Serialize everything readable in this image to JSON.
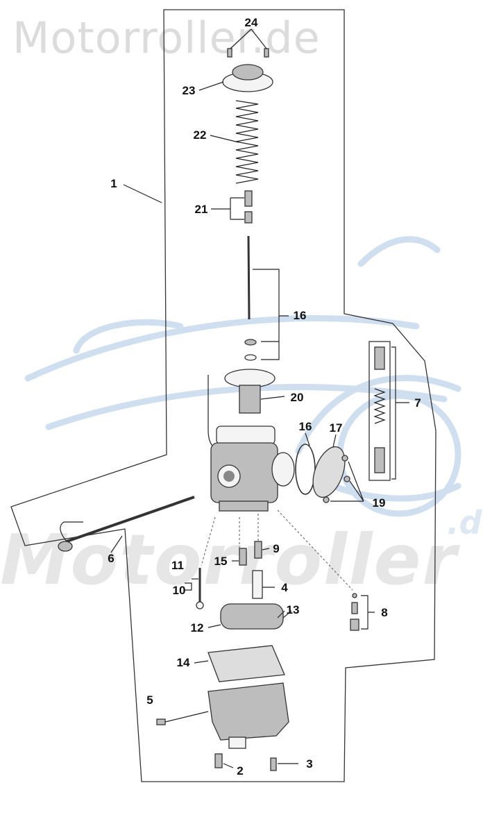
{
  "watermark": {
    "site": "Motorroller.de",
    "brand": "Motorroller",
    "tld": ".de"
  },
  "callouts": [
    {
      "id": "c24",
      "text": "24"
    },
    {
      "id": "c23",
      "text": "23"
    },
    {
      "id": "c22",
      "text": "22"
    },
    {
      "id": "c1",
      "text": "1"
    },
    {
      "id": "c21",
      "text": "21"
    },
    {
      "id": "c16a",
      "text": "16"
    },
    {
      "id": "c20",
      "text": "20"
    },
    {
      "id": "c7",
      "text": "7"
    },
    {
      "id": "c16b",
      "text": "16"
    },
    {
      "id": "c17",
      "text": "17"
    },
    {
      "id": "c19",
      "text": "19"
    },
    {
      "id": "c6",
      "text": "6"
    },
    {
      "id": "c15",
      "text": "15"
    },
    {
      "id": "c9",
      "text": "9"
    },
    {
      "id": "c11",
      "text": "11"
    },
    {
      "id": "c10",
      "text": "10"
    },
    {
      "id": "c4",
      "text": "4"
    },
    {
      "id": "c13",
      "text": "13"
    },
    {
      "id": "c12",
      "text": "12"
    },
    {
      "id": "c8",
      "text": "8"
    },
    {
      "id": "c14",
      "text": "14"
    },
    {
      "id": "c5",
      "text": "5"
    },
    {
      "id": "c2",
      "text": "2"
    },
    {
      "id": "c3",
      "text": "3"
    }
  ],
  "colors": {
    "outline": "#333333",
    "watermark_logo": "#cfdff0"
  }
}
